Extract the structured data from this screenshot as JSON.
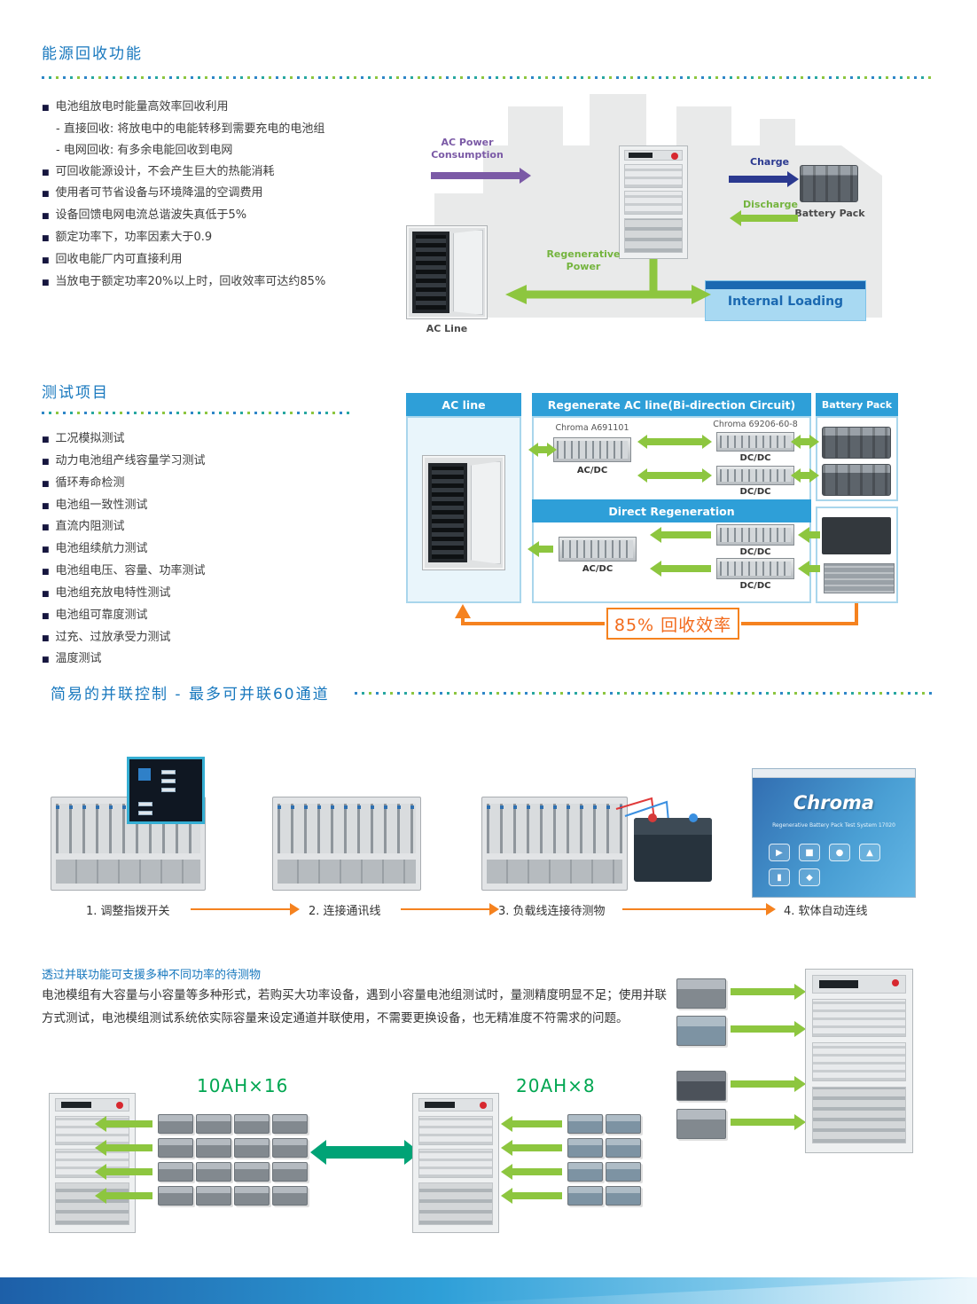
{
  "colors": {
    "heading_blue": "#1878be",
    "panel_blue": "#2e9fd8",
    "accent_orange": "#f5821f",
    "accent_green": "#8dc63f",
    "teal_green": "#00a376",
    "purple": "#7b5aa6",
    "navy": "#2b3990"
  },
  "section1": {
    "title": "能源回收功能",
    "bullets": [
      "电池组放电时能量高效率回收利用",
      "可回收能源设计，不会产生巨大的热能消耗",
      "使用者可节省设备与环境降温的空调费用",
      "设备回馈电网电流总谐波失真低于5%",
      "额定功率下，功率因素大于0.9",
      "回收电能厂内可直接利用",
      "当放电于额定功率20%以上时，回收效率可达约85%"
    ],
    "sub_bullets": [
      "- 直接回收: 将放电中的电能转移到需要充电的电池组",
      "- 电网回收: 有多余电能回收到电网"
    ],
    "diagram": {
      "ac_power_consumption": "AC Power Consumption",
      "charge": "Charge",
      "battery_pack": "Battery Pack",
      "discharge": "Discharge",
      "regenerative_power": "Regenerative Power",
      "internal_loading": "Internal Loading",
      "ac_line": "AC Line"
    }
  },
  "section2": {
    "title": "测试项目",
    "items": [
      "工况模拟测试",
      "动力电池组产线容量学习测试",
      "循环寿命检测",
      "电池组一致性测试",
      "直流内阻测试",
      "电池组续航力测试",
      "电池组电压、容量、功率测试",
      "电池组充放电特性测试",
      "电池组可靠度测试",
      "过充、过放承受力测试",
      "温度测试"
    ],
    "diagram": {
      "ac_line_header": "AC line",
      "regen_header": "Regenerate AC line(Bi-direction Circuit)",
      "battery_pack_header": "Battery Pack",
      "chroma_a691101": "Chroma A691101",
      "ac_dc_top": "AC/DC",
      "chroma_69206": "Chroma 69206-60-8",
      "dc_dc_top1": "DC/DC",
      "dc_dc_top2": "DC/DC",
      "direct_regeneration": "Direct Regeneration",
      "ac_dc_bottom": "AC/DC",
      "dc_dc_bottom1": "DC/DC",
      "dc_dc_bottom2": "DC/DC",
      "efficiency_label": "85% 回收效率"
    }
  },
  "section3": {
    "title": "简易的并联控制 - 最多可并联60通道",
    "steps": [
      "1. 调整指拨开关",
      "2. 连接通讯线",
      "3. 负载线连接待测物",
      "4. 软体自动连线"
    ],
    "software": {
      "logo": "Chroma",
      "caption": "Regenerative Battery Pack Test System 17020"
    }
  },
  "section4": {
    "subtitle": "透过并联功能可支援多种不同功率的待测物",
    "paragraph": "电池模组有大容量与小容量等多种形式，若购买大功率设备，遇到小容量电池组测试时，量测精度明显不足；使用并联方式测试，电池模组测试系统依实际容量来设定通道并联使用，不需要更换设备，也无精准度不符需求的问题。",
    "label_left": "10AH×16",
    "label_right": "20AH×8"
  }
}
